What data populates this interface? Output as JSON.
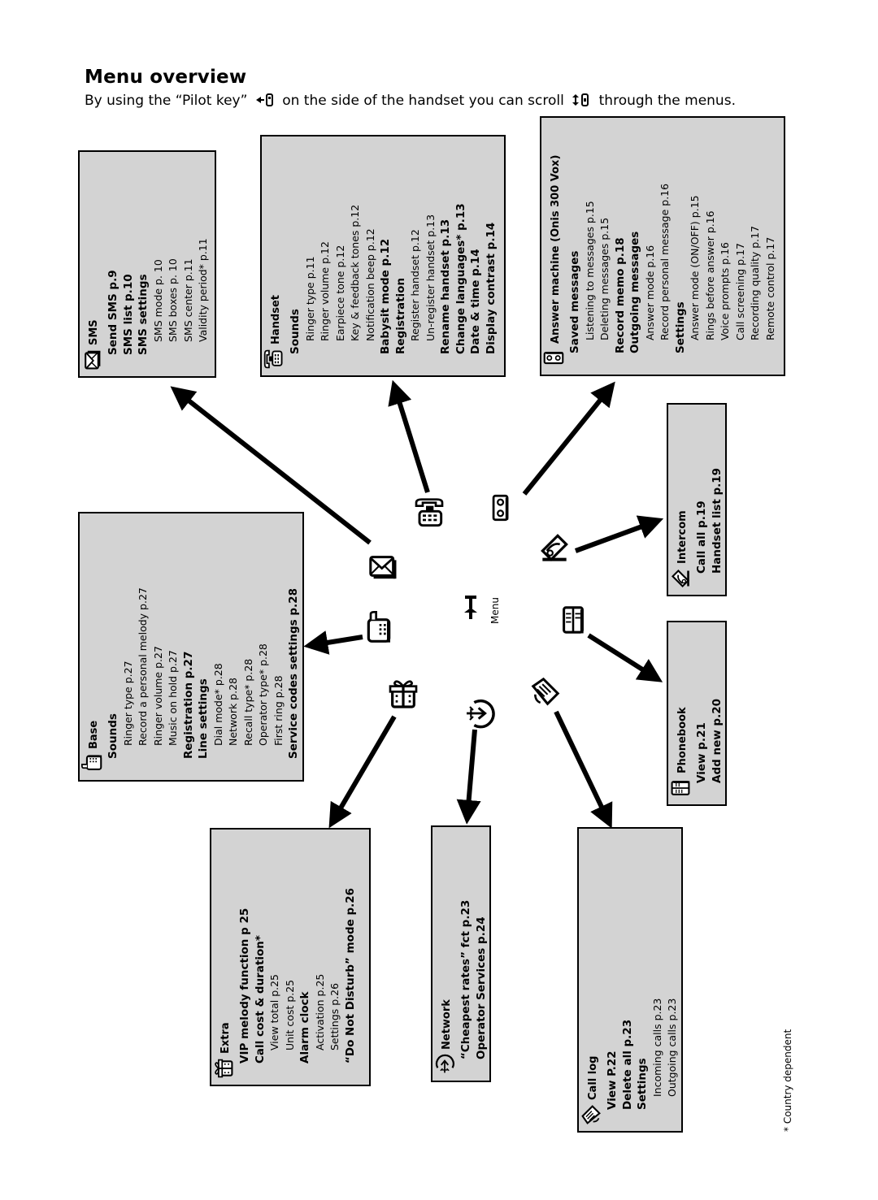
{
  "title": "Menu overview",
  "subtitle": {
    "part1": "By using the “Pilot key”",
    "part2": "on the side of the handset you can scroll",
    "part3": "through the menus."
  },
  "center_label": "Menu",
  "footnote": "* Country dependent",
  "menus": {
    "sms": {
      "icon": "envelope-icon",
      "title": "SMS",
      "items": [
        {
          "text": "Send SMS p.9",
          "level": 1,
          "bold": true
        },
        {
          "text": "SMS list p.10",
          "level": 1,
          "bold": true
        },
        {
          "text": "SMS settings",
          "level": 1,
          "bold": true
        },
        {
          "text": "SMS mode p. 10",
          "level": 2,
          "bold": false
        },
        {
          "text": "SMS boxes p. 10",
          "level": 2,
          "bold": false
        },
        {
          "text": "SMS center p.11",
          "level": 2,
          "bold": false
        },
        {
          "text": "Validity period* p.11",
          "level": 2,
          "bold": false
        }
      ]
    },
    "handset": {
      "icon": "handset-icon",
      "title": "Handset",
      "items": [
        {
          "text": "Sounds",
          "level": 1,
          "bold": true
        },
        {
          "text": "Ringer type p.11",
          "level": 2,
          "bold": false
        },
        {
          "text": "Ringer volume p.12",
          "level": 2,
          "bold": false
        },
        {
          "text": "Earpiece tone p.12",
          "level": 2,
          "bold": false
        },
        {
          "text": "Key & feedback tones p.12",
          "level": 2,
          "bold": false
        },
        {
          "text": "Notification beep p.12",
          "level": 2,
          "bold": false
        },
        {
          "text": "Babysit mode p.12",
          "level": 1,
          "bold": true
        },
        {
          "text": "Registration",
          "level": 1,
          "bold": true
        },
        {
          "text": "Register handset p.12",
          "level": 2,
          "bold": false
        },
        {
          "text": "Un-register handset p.13",
          "level": 2,
          "bold": false
        },
        {
          "text": "Rename handset p.13",
          "level": 1,
          "bold": true
        },
        {
          "text": "Change languages* p.13",
          "level": 1,
          "bold": true
        },
        {
          "text": "Date & time p.14",
          "level": 1,
          "bold": true
        },
        {
          "text": "Display contrast p.14",
          "level": 1,
          "bold": true
        }
      ]
    },
    "answer_machine": {
      "icon": "cassette-icon",
      "title": "Answer machine (Onis 300 Vox)",
      "items": [
        {
          "text": "Saved messages",
          "level": 1,
          "bold": true
        },
        {
          "text": "Listening to messages p.15",
          "level": 2,
          "bold": false
        },
        {
          "text": "Deleting messages p.15",
          "level": 2,
          "bold": false
        },
        {
          "text": "Record memo p.18",
          "level": 1,
          "bold": true
        },
        {
          "text": "Outgoing messages",
          "level": 1,
          "bold": true
        },
        {
          "text": "Answer mode p.16",
          "level": 2,
          "bold": false
        },
        {
          "text": "Record personal message p.16",
          "level": 2,
          "bold": false
        },
        {
          "text": "Settings",
          "level": 1,
          "bold": true
        },
        {
          "text": "Answer mode (ON/OFF) p.15",
          "level": 2,
          "bold": false
        },
        {
          "text": "Rings before answer p.16",
          "level": 2,
          "bold": false
        },
        {
          "text": "Voice prompts p.16",
          "level": 2,
          "bold": false
        },
        {
          "text": "Call screening p.17",
          "level": 2,
          "bold": false
        },
        {
          "text": "Recording quality p.17",
          "level": 2,
          "bold": false
        },
        {
          "text": "Remote control p.17",
          "level": 2,
          "bold": false
        }
      ]
    },
    "base": {
      "icon": "base-station-icon",
      "title": "Base",
      "items": [
        {
          "text": "Sounds",
          "level": 1,
          "bold": true
        },
        {
          "text": "Ringer type p.27",
          "level": 2,
          "bold": false
        },
        {
          "text": "Record a personal melody p.27",
          "level": 2,
          "bold": false
        },
        {
          "text": "Ringer volume p.27",
          "level": 2,
          "bold": false
        },
        {
          "text": "Music on hold p.27",
          "level": 2,
          "bold": false
        },
        {
          "text": "Registration p.27",
          "level": 1,
          "bold": true
        },
        {
          "text": "Line settings",
          "level": 1,
          "bold": true
        },
        {
          "text": "Dial mode* p.28",
          "level": 2,
          "bold": false
        },
        {
          "text": "Network p.28",
          "level": 2,
          "bold": false
        },
        {
          "text": "Recall type* p.28",
          "level": 2,
          "bold": false
        },
        {
          "text": "Operator type* p.28",
          "level": 2,
          "bold": false
        },
        {
          "text": "First ring p.28",
          "level": 2,
          "bold": false
        },
        {
          "text": "Service codes settings p.28",
          "level": 1,
          "bold": true
        }
      ]
    },
    "intercom": {
      "icon": "intercom-icon",
      "title": "Intercom",
      "items": [
        {
          "text": "Call all p.19",
          "level": 1,
          "bold": true
        },
        {
          "text": "Handset list p.19",
          "level": 1,
          "bold": true
        }
      ]
    },
    "phonebook": {
      "icon": "phonebook-icon",
      "title": "Phonebook",
      "items": [
        {
          "text": "View p.21",
          "level": 1,
          "bold": true
        },
        {
          "text": "Add new p.20",
          "level": 1,
          "bold": true
        }
      ]
    },
    "extra": {
      "icon": "gift-icon",
      "title": "Extra",
      "items": [
        {
          "text": "VIP melody function p 25",
          "level": 1,
          "bold": true
        },
        {
          "text": "Call cost & duration*",
          "level": 1,
          "bold": true
        },
        {
          "text": "View total p.25",
          "level": 2,
          "bold": false
        },
        {
          "text": "Unit cost p.25",
          "level": 2,
          "bold": false
        },
        {
          "text": "Alarm clock",
          "level": 1,
          "bold": true
        },
        {
          "text": "Activation p.25",
          "level": 2,
          "bold": false
        },
        {
          "text": "Settings p.26",
          "level": 2,
          "bold": false
        },
        {
          "text": "“Do Not Disturb” mode p.26",
          "level": 1,
          "bold": true
        }
      ]
    },
    "network": {
      "icon": "network-icon",
      "title": "Network",
      "items": [
        {
          "text": "“Cheapest rates” fct p.23",
          "level": 1,
          "bold": true
        },
        {
          "text": "Operator Services p.24",
          "level": 1,
          "bold": true
        }
      ]
    },
    "call_log": {
      "icon": "call-log-icon",
      "title": "Call log",
      "items": [
        {
          "text": "View P.22",
          "level": 1,
          "bold": true
        },
        {
          "text": "Delete all p.23",
          "level": 1,
          "bold": true
        },
        {
          "text": "Settings",
          "level": 1,
          "bold": true
        },
        {
          "text": "Incoming calls p.23",
          "level": 2,
          "bold": false
        },
        {
          "text": "Outgoing calls p.23",
          "level": 2,
          "bold": false
        }
      ]
    }
  }
}
